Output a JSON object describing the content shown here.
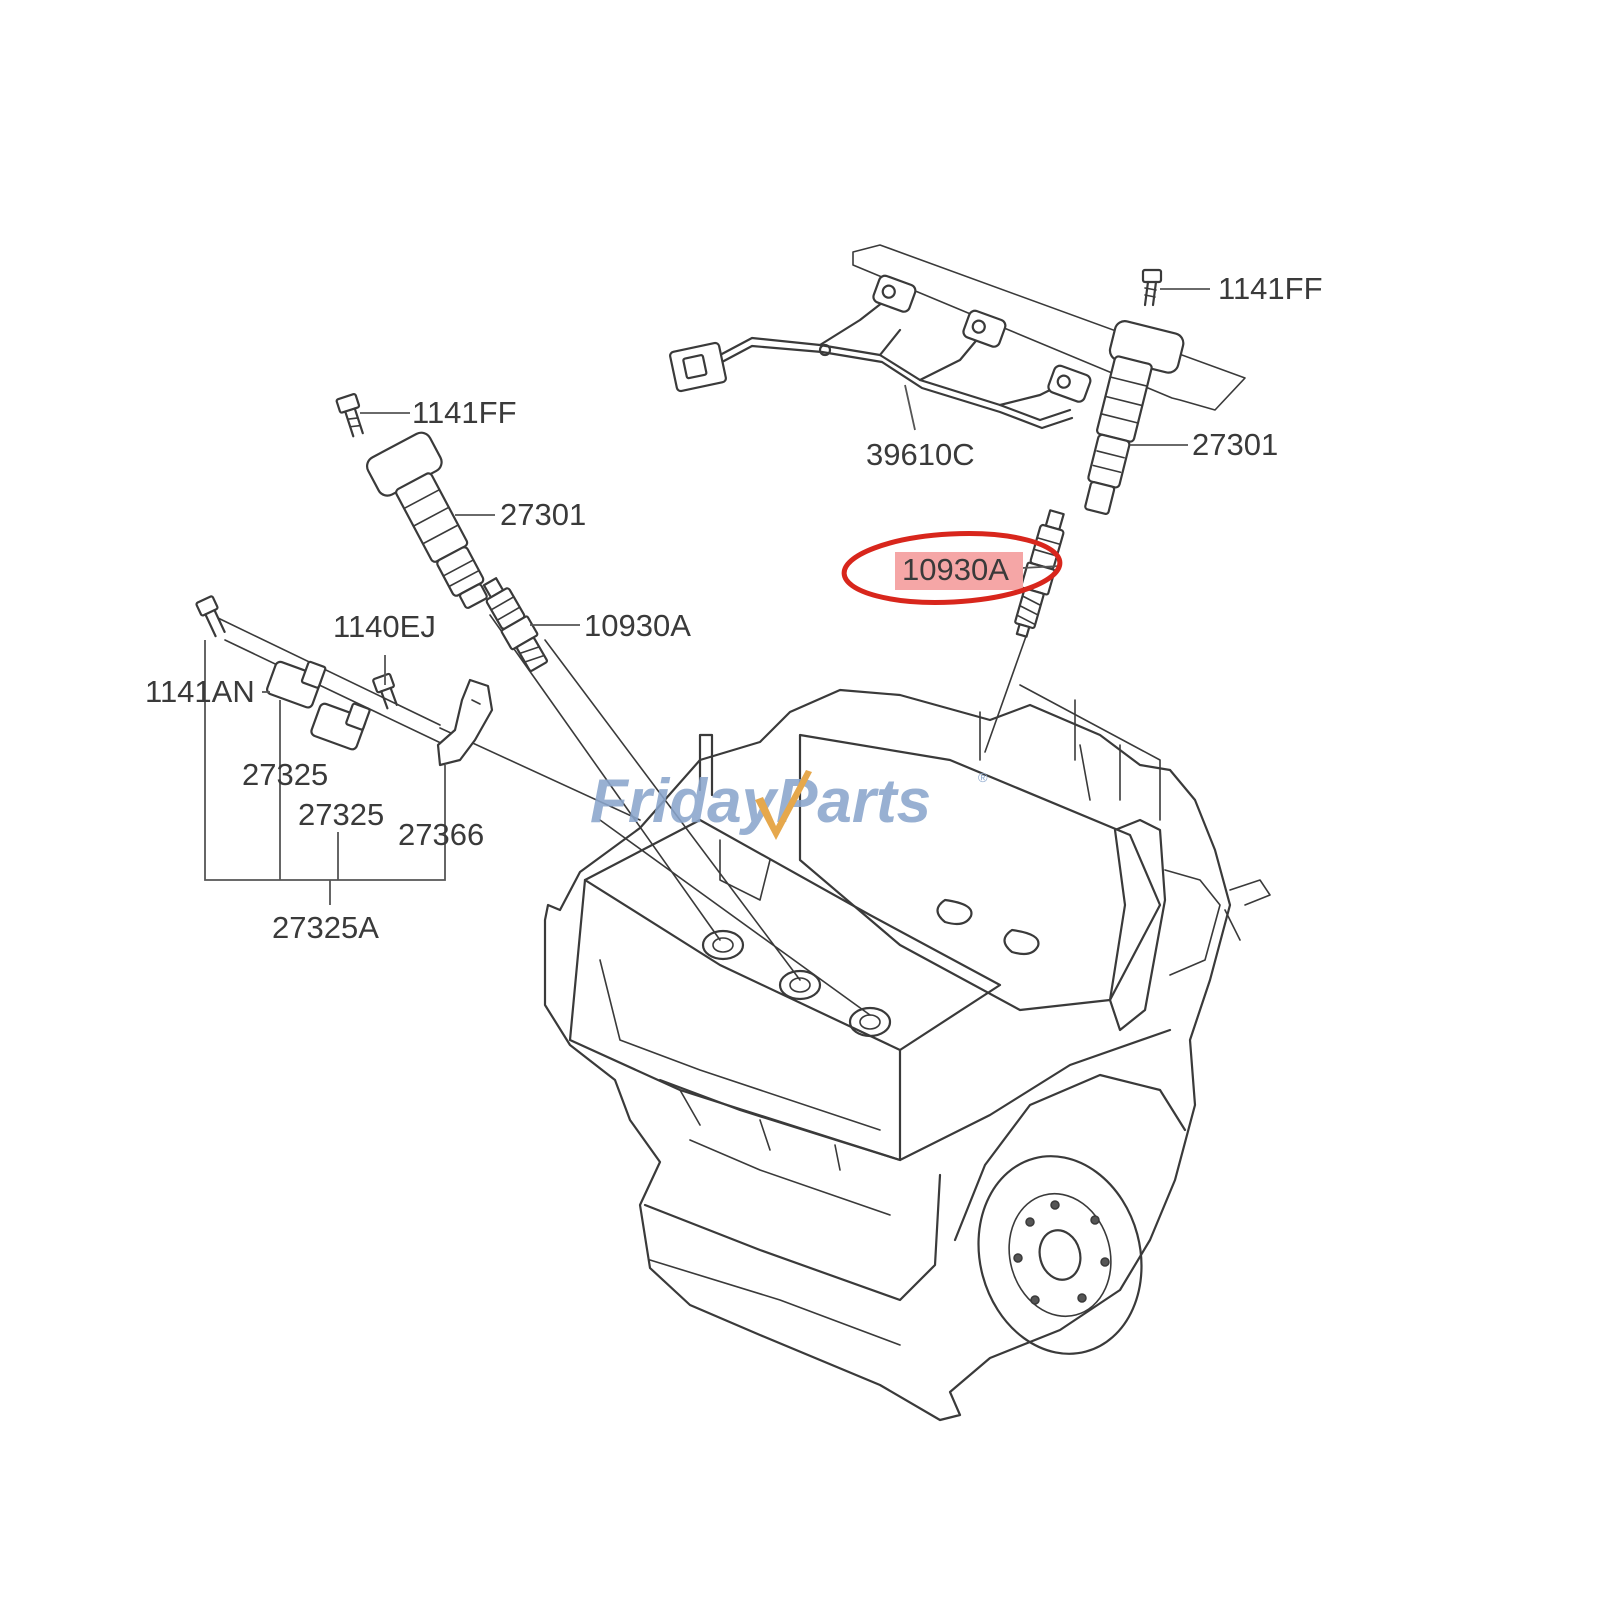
{
  "watermark": {
    "brand_part1": "Friday",
    "brand_part2": "Parts",
    "registered_mark": "®",
    "colors": {
      "primary": "#8aa6cc",
      "accent": "#e6a84c"
    }
  },
  "callouts": {
    "bolt_right": "1141FF",
    "coil_right": "27301",
    "harness": "39610C",
    "bolt_left": "1141FF",
    "coil_left": "27301",
    "plug_left": "10930A",
    "plug_right": "10930A",
    "bolt_bracket": "1140EJ",
    "bolt_rail": "1141AN",
    "sensor_a": "27325",
    "sensor_b": "27325",
    "bracket": "27366",
    "sensor_assembly": "27325A"
  },
  "highlight": {
    "part": "10930A",
    "ring_color": "#d8261c",
    "fill_color": "#f5a6a6"
  }
}
